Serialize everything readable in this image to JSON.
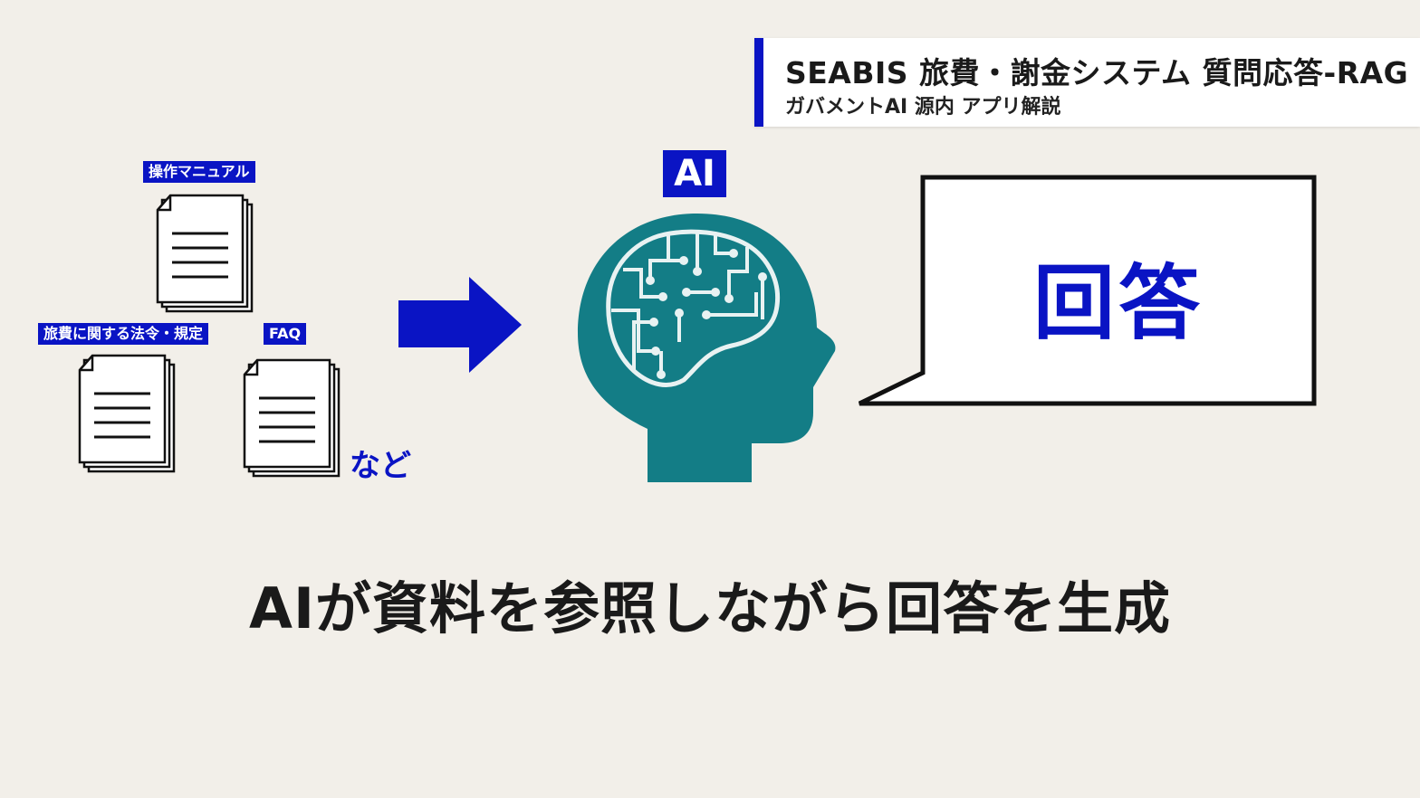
{
  "header": {
    "title": "SEABIS 旅費・謝金システム 質問応答-RAG",
    "subtitle": "ガバメントAI 源内 アプリ解説",
    "accent_color": "#0a14c4"
  },
  "documents": [
    {
      "label": "操作マニュアル",
      "icon": "document-stack-icon"
    },
    {
      "label": "旅費に関する法令・規定",
      "icon": "document-stack-icon"
    },
    {
      "label": "FAQ",
      "icon": "document-stack-icon"
    }
  ],
  "etc_label": "など",
  "ai_badge": "AI",
  "ai_icon": "ai-brain-head-icon",
  "answer_label": "回答",
  "caption": "AIが資料を参照しながら回答を生成",
  "colors": {
    "brand_blue": "#0a14c4",
    "head_teal": "#137d86",
    "background": "#f2efe9"
  }
}
